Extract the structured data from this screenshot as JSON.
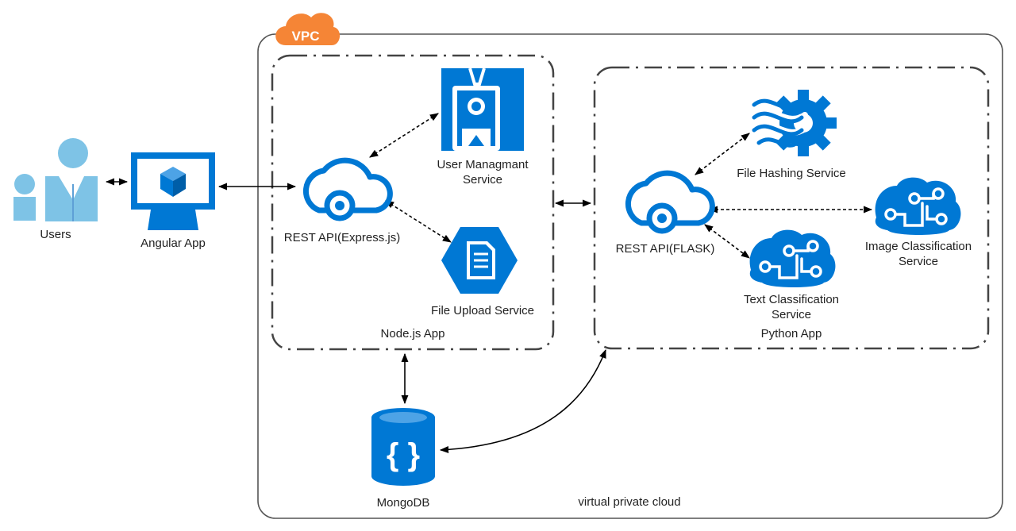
{
  "vpc": {
    "badge": "VPC",
    "caption": "virtual private cloud"
  },
  "nodes": {
    "users": "Users",
    "angular": "Angular App",
    "express_api": "REST API(Express.js)",
    "user_mgmt": [
      "User Managmant",
      "Service"
    ],
    "file_upload": "File Upload Service",
    "node_app": "Node.js App",
    "flask_api": "REST API(FLASK)",
    "file_hashing": "File Hashing Service",
    "image_class": [
      "Image Classification",
      "Service"
    ],
    "text_class": [
      "Text Classification",
      "Service"
    ],
    "python_app": "Python App",
    "mongodb": "MongoDB"
  },
  "icons": {
    "users": "users-icon",
    "angular": "monitor-cube-icon",
    "express_api": "cloud-api-icon",
    "user_mgmt": "id-badge-icon",
    "file_upload": "document-hexagon-icon",
    "flask_api": "cloud-api-icon",
    "file_hashing": "wave-gear-icon",
    "image_class": "brain-circuit-icon",
    "text_class": "brain-circuit-icon",
    "mongodb": "database-cylinder-icon"
  },
  "colors": {
    "primary": "#0078d4",
    "light_blue": "#5ea0d6",
    "users_light": "#7ec3e6",
    "vpc_orange": "#f58536",
    "outline": "#555555"
  }
}
